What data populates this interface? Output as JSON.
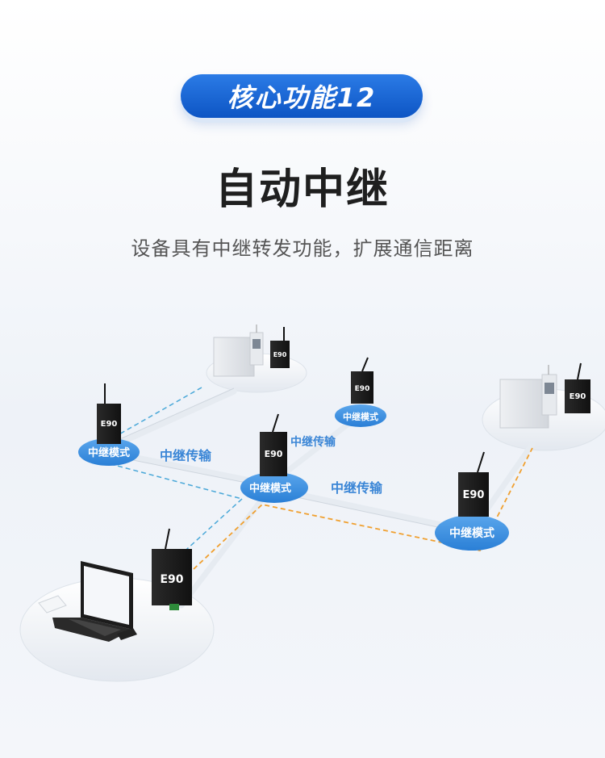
{
  "header": {
    "badge": "核心功能12",
    "title": "自动中继",
    "subtitle": "设备具有中继转发功能，扩展通信距离"
  },
  "diagram": {
    "device_model": "E90",
    "mode_label": "中继模式",
    "transfer_label": "中继传输",
    "colors": {
      "accent": "#0d55c4",
      "mode_disc": "#3b8fe0",
      "relay_text": "#3b86d6",
      "dashed_blue": "#4aa8d8",
      "dashed_orange": "#f0a030"
    }
  }
}
